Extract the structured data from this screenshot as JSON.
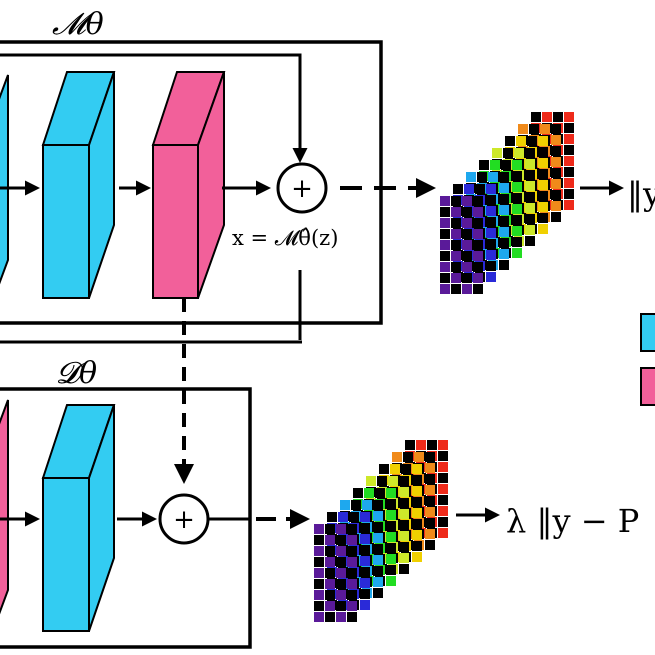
{
  "labels": {
    "model_top": "𝓜θ",
    "model_bottom": "𝓓θ",
    "x_equation": "x = 𝓜θ̂(z)",
    "output_top": "‖y",
    "output_bottom": "λ ‖y − P",
    "plus": "+"
  },
  "colors": {
    "cyan_block": "#33ccf2",
    "pink_block": "#f2609a",
    "line": "#000000"
  },
  "cube_palette": [
    "#5a1a99",
    "#2a2ad8",
    "#1ea8ee",
    "#22dd22",
    "#cde82a",
    "#f0d000",
    "#f08a1a",
    "#ee2a1a"
  ]
}
